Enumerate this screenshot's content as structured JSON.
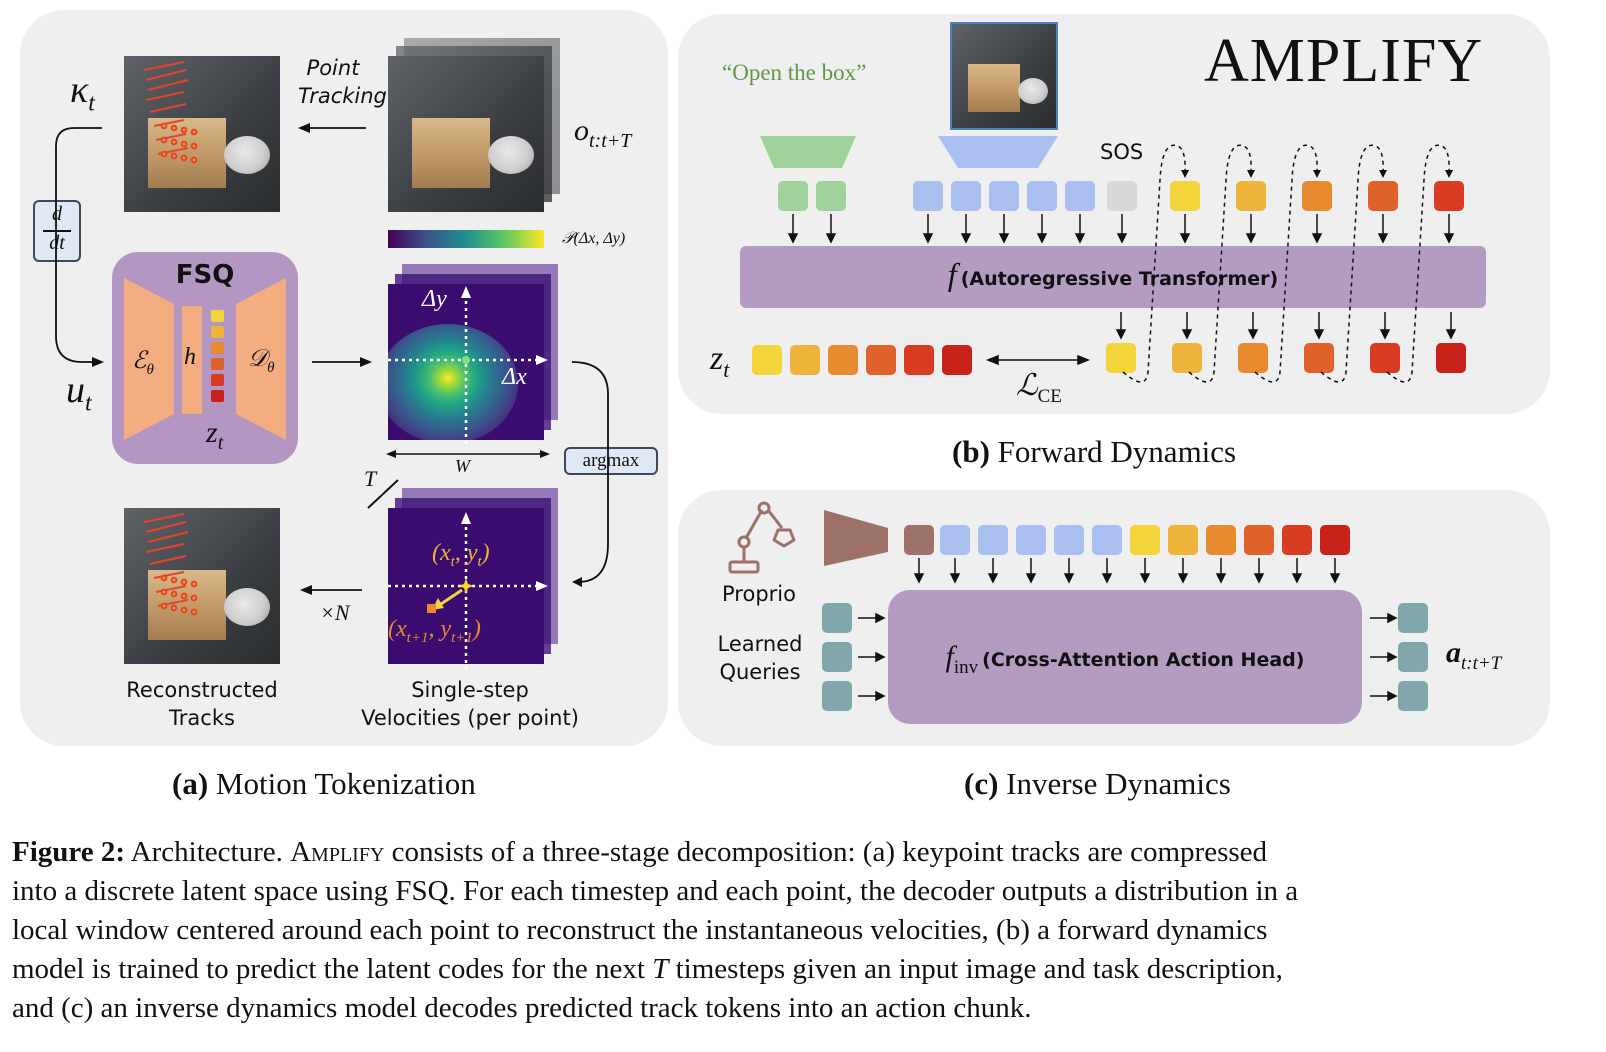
{
  "panel_a": {
    "label_point_tracking_1": "Point",
    "label_point_tracking_2": "Tracking",
    "kappa": "κ",
    "kappa_sub": "t",
    "obs": "o",
    "obs_sub": "t:t+T",
    "deriv_num": "d",
    "deriv_den": "dt",
    "u": "u",
    "u_sub": "t",
    "fsq_title": "FSQ",
    "encoder": "ℰ",
    "encoder_sub": "θ",
    "h": "h",
    "decoder": "𝒟",
    "decoder_sub": "θ",
    "z": "z",
    "z_sub": "t",
    "prob_label": "𝒫(Δx, Δy)",
    "delta_y": "Δy",
    "delta_x": "Δx",
    "w_label": "W",
    "t_label": "T",
    "argmax": "argmax",
    "xy_t": "(x",
    "xy_t_sub1": "t",
    "xy_t_mid": ", y",
    "xy_t_sub2": "t",
    "xy_t_end": ")",
    "xy_t1": "(x",
    "xy_t1_sub1": "t+1",
    "xy_t1_mid": ", y",
    "xy_t1_sub2": "t+1",
    "xy_t1_end": ")",
    "times_n": "×N",
    "recon_1": "Reconstructed",
    "recon_2": "Tracks",
    "single_1": "Single-step",
    "single_2": "Velocities (per point)",
    "caption_bold": "(a)",
    "caption": " Motion Tokenization"
  },
  "panel_b": {
    "title": "AMPLIFY",
    "instruction": "“Open the box”",
    "sos": "SOS",
    "f": "f",
    "f_label": "(Autoregressive Transformer)",
    "z": "z",
    "z_sub": "t",
    "loss": "ℒ",
    "loss_sub": "CE",
    "caption_bold": "(b)",
    "caption": " Forward Dynamics"
  },
  "panel_c": {
    "proprio": "Proprio",
    "learned_1": "Learned",
    "learned_2": "Queries",
    "f": "f",
    "f_sub": "inv",
    "f_label": "(Cross-Attention Action Head)",
    "a": "a",
    "a_sub": "t:t+T",
    "caption_bold": "(c)",
    "caption": " Inverse Dynamics"
  },
  "figure_caption": {
    "label": "Figure 2:",
    "line1_a": " Architecture. ",
    "line1_sc": "Amplify",
    "line1_b": " consists of a three-stage decomposition: (a) keypoint tracks are compressed",
    "line2": "into a discrete latent space using FSQ. For each timestep and each point, the decoder outputs a distribution in a",
    "line3": "local window centered around each point to reconstruct the instantaneous velocities, (b) a forward dynamics",
    "line4_a": "model is trained to predict the latent codes for the next ",
    "line4_T": "T",
    "line4_b": " timesteps given an input image and task description,",
    "line5": "and (c) an inverse dynamics model decodes predicted track tokens into an action chunk."
  },
  "colors": {
    "panel_bg": "#efefef",
    "fsq_purple": "#b397c2",
    "encoder_orange": "#f3ad80",
    "transformer_purple": "#b39bc1",
    "text_green": "#5f9a46",
    "token_green": "#9fd19b",
    "token_blue": "#a9bff0",
    "token_grey": "#d8d8d8",
    "token_teal": "#7fa7ac",
    "token_brown": "#9c7268",
    "z_yellow": "#f3d43a",
    "z_gold": "#eeb43b",
    "z_orange": "#e88a2f",
    "z_redorange": "#e0622b",
    "z_red": "#d83c21",
    "z_darkred": "#c8221b"
  }
}
